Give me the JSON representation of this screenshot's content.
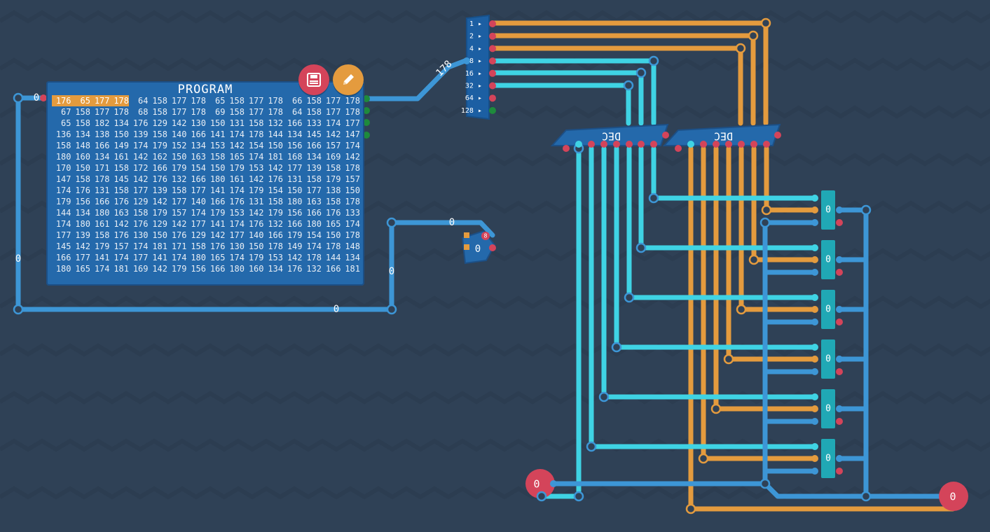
{
  "program": {
    "title": "PROGRAM",
    "highlight_count": 4,
    "rows": [
      [
        "176",
        "65",
        "177",
        "178",
        "64",
        "158",
        "177",
        "178",
        "65",
        "158",
        "177",
        "178",
        "66",
        "158",
        "177",
        "178"
      ],
      [
        "67",
        "158",
        "177",
        "178",
        "68",
        "158",
        "177",
        "178",
        "69",
        "158",
        "177",
        "178",
        "64",
        "158",
        "177",
        "178"
      ],
      [
        "65",
        "158",
        "182",
        "134",
        "176",
        "129",
        "142",
        "130",
        "150",
        "131",
        "158",
        "132",
        "166",
        "133",
        "174",
        "177"
      ],
      [
        "136",
        "134",
        "138",
        "150",
        "139",
        "158",
        "140",
        "166",
        "141",
        "174",
        "178",
        "144",
        "134",
        "145",
        "142",
        "147"
      ],
      [
        "158",
        "148",
        "166",
        "149",
        "174",
        "179",
        "152",
        "134",
        "153",
        "142",
        "154",
        "150",
        "156",
        "166",
        "157",
        "174"
      ],
      [
        "180",
        "160",
        "134",
        "161",
        "142",
        "162",
        "150",
        "163",
        "158",
        "165",
        "174",
        "181",
        "168",
        "134",
        "169",
        "142"
      ],
      [
        "170",
        "150",
        "171",
        "158",
        "172",
        "166",
        "179",
        "154",
        "150",
        "179",
        "153",
        "142",
        "177",
        "139",
        "158",
        "178"
      ],
      [
        "147",
        "158",
        "178",
        "145",
        "142",
        "176",
        "132",
        "166",
        "180",
        "161",
        "142",
        "176",
        "131",
        "158",
        "179",
        "157"
      ],
      [
        "174",
        "176",
        "131",
        "158",
        "177",
        "139",
        "158",
        "177",
        "141",
        "174",
        "179",
        "154",
        "150",
        "177",
        "138",
        "150"
      ],
      [
        "179",
        "156",
        "166",
        "176",
        "129",
        "142",
        "177",
        "140",
        "166",
        "176",
        "131",
        "158",
        "180",
        "163",
        "158",
        "178"
      ],
      [
        "144",
        "134",
        "180",
        "163",
        "158",
        "179",
        "157",
        "174",
        "179",
        "153",
        "142",
        "179",
        "156",
        "166",
        "176",
        "133"
      ],
      [
        "174",
        "180",
        "161",
        "142",
        "176",
        "129",
        "142",
        "177",
        "141",
        "174",
        "176",
        "132",
        "166",
        "180",
        "165",
        "174"
      ],
      [
        "177",
        "139",
        "158",
        "176",
        "130",
        "150",
        "176",
        "129",
        "142",
        "177",
        "140",
        "166",
        "179",
        "154",
        "150",
        "178"
      ],
      [
        "145",
        "142",
        "179",
        "157",
        "174",
        "181",
        "171",
        "158",
        "176",
        "130",
        "150",
        "178",
        "149",
        "174",
        "178",
        "148"
      ],
      [
        "166",
        "177",
        "141",
        "174",
        "177",
        "141",
        "174",
        "180",
        "165",
        "174",
        "179",
        "153",
        "142",
        "178",
        "144",
        "134"
      ],
      [
        "180",
        "165",
        "174",
        "181",
        "169",
        "142",
        "179",
        "156",
        "166",
        "180",
        "160",
        "134",
        "176",
        "132",
        "166",
        "181"
      ]
    ]
  },
  "toolbar": {
    "save_icon": "save-icon",
    "edit_icon": "pencil-icon"
  },
  "splitter": {
    "bit_labels": [
      "1",
      "2",
      "4",
      "8",
      "16",
      "32",
      "64",
      "128"
    ]
  },
  "decoders": {
    "left_label": "DEC",
    "right_label": "DEC"
  },
  "wires": {
    "loop_left_value": "0",
    "loop_bottom_value": "0",
    "addr_in_value": "0",
    "loop_right_value": "0",
    "top_small_value": "0",
    "output_value": "178"
  },
  "counter": {
    "value": "0",
    "badge": "8"
  },
  "registers": {
    "values": [
      "0",
      "0",
      "0",
      "0",
      "0",
      "0"
    ]
  },
  "io": {
    "input_left_value": "0",
    "output_right_value": "0"
  },
  "colors": {
    "background": "#2f4156",
    "wire_blue": "#3d96d6",
    "wire_cyan": "#3fd3e4",
    "wire_orange": "#e49b3e",
    "pin_red": "#d4445a",
    "pin_green": "#1e8a3c",
    "component_blue": "#2469ab",
    "register_teal": "#20a8b5"
  }
}
